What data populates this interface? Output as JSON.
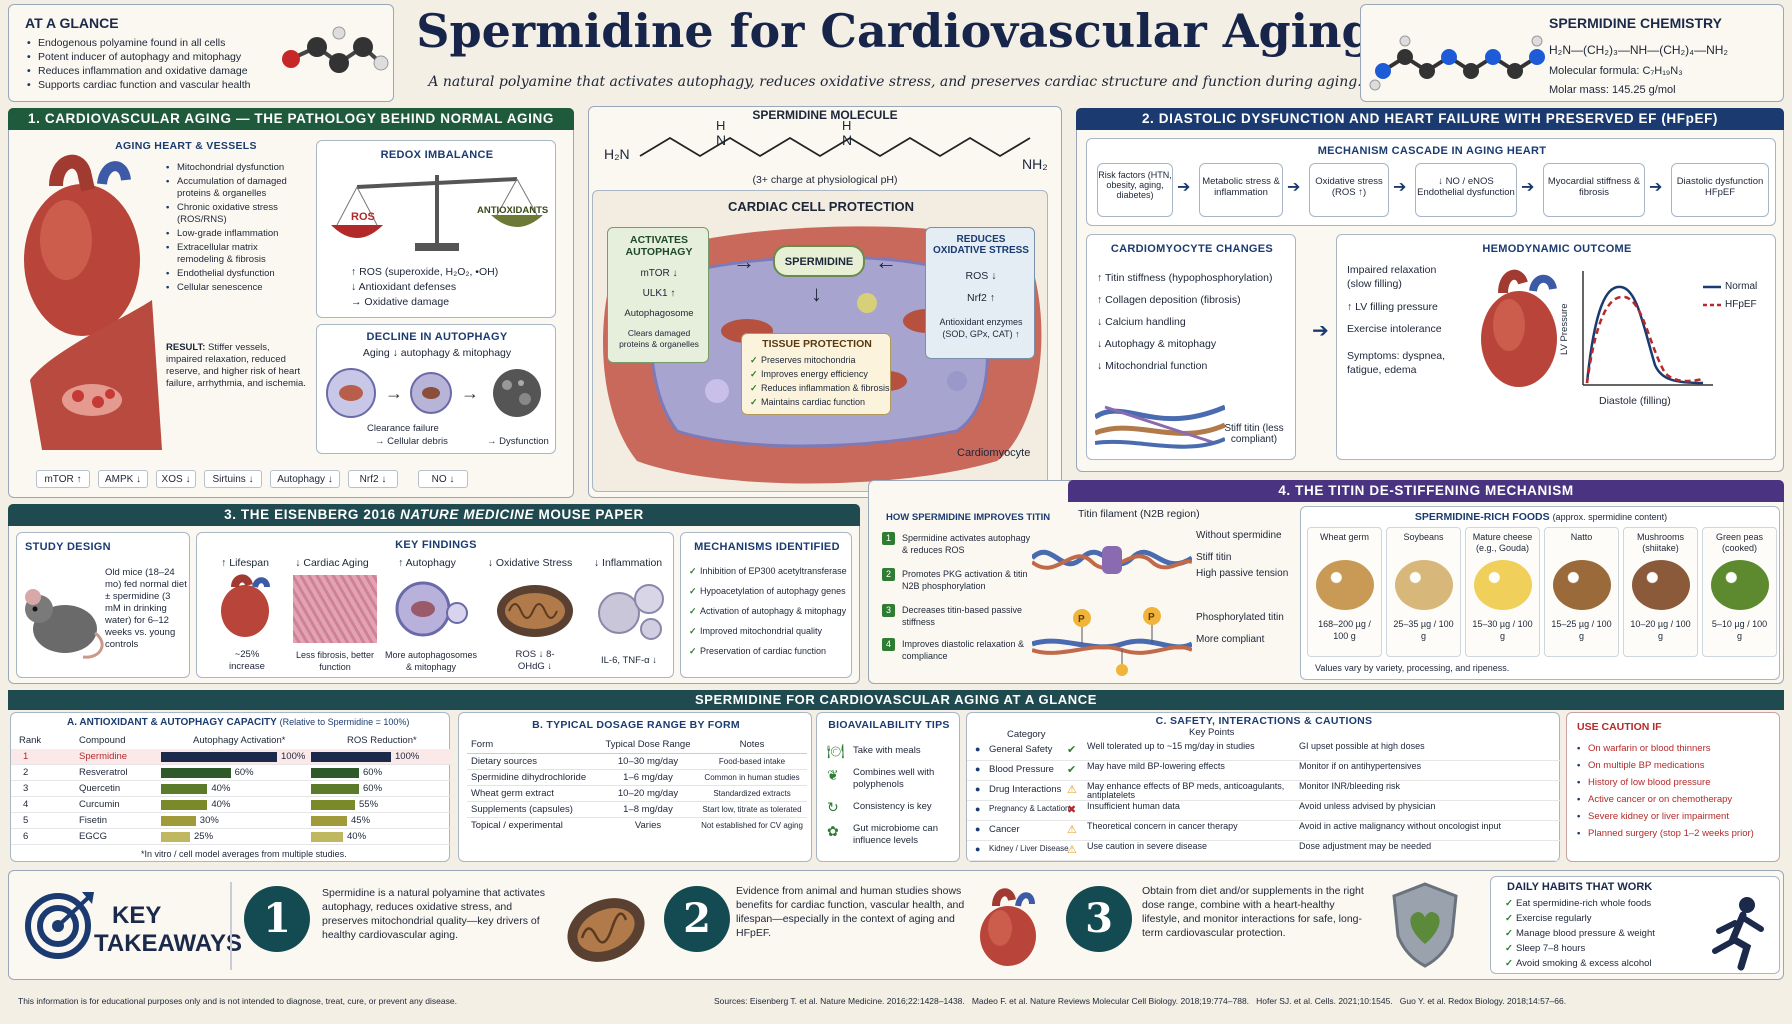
{
  "title": "Spermidine for Cardiovascular Aging",
  "subtitle": "A natural polyamine that activates autophagy, reduces oxidative stress, and preserves cardiac structure and function during aging.",
  "glance": {
    "heading": "AT A GLANCE",
    "items": [
      "Endogenous polyamine found in all cells",
      "Potent inducer of autophagy and mitophagy",
      "Reduces inflammation and oxidative damage",
      "Supports cardiac function and vascular health"
    ]
  },
  "chem": {
    "heading": "SPERMIDINE CHEMISTRY",
    "formula_line": "H₂N—(CH₂)₃—NH—(CH₂)₄—NH₂",
    "mol_formula": "Molecular formula: C₇H₁₉N₃",
    "molar_mass": "Molar mass: 145.25 g/mol"
  },
  "s1": {
    "header": "1. CARDIOVASCULAR AGING — THE PATHOLOGY BEHIND NORMAL AGING",
    "aging_title": "AGING HEART & VESSELS",
    "items": [
      "Mitochondrial dysfunction",
      "Accumulation of damaged proteins & organelles",
      "Chronic oxidative stress (ROS/RNS)",
      "Low-grade inflammation",
      "Extracellular matrix remodeling & fibrosis",
      "Endothelial dysfunction",
      "Cellular senescence"
    ],
    "result_label": "RESULT:",
    "result_text": "Stiffer vessels, impaired relaxation, reduced reserve, and higher risk of heart failure, arrhythmia, and ischemia.",
    "redox_title": "REDOX IMBALANCE",
    "ros": "ROS",
    "antioxidants": "ANTIOXIDANTS",
    "redox_items": [
      "↑  ROS (superoxide, H₂O₂, •OH)",
      "↓  Antioxidant defenses",
      "→  Oxidative damage"
    ],
    "autophagy_title": "DECLINE IN AUTOPHAGY",
    "autophagy_line": "Aging ↓ autophagy & mitophagy",
    "clearance": "Clearance failure",
    "debris": "→ Cellular debris",
    "dysfunction": "→ Dysfunction",
    "tags": [
      "mTOR ↑",
      "AMPK ↓",
      "XOS ↓",
      "Sirtuins ↓",
      "Autophagy ↓",
      "Nrf2 ↓",
      "NO ↓"
    ]
  },
  "mol": {
    "title": "SPERMIDINE MOLECULE",
    "h2n": "H₂N",
    "h1": "H",
    "n1": "N",
    "h2": "H",
    "n2": "N",
    "nh2": "NH₂",
    "charge": "(3+ charge at physiological pH)"
  },
  "cell": {
    "title": "CARDIAC CELL PROTECTION",
    "activates": "ACTIVATES AUTOPHAGY",
    "act_items": [
      "mTOR ↓",
      "ULK1 ↑",
      "Autophagosome",
      "Clears damaged proteins & organelles"
    ],
    "center": "SPERMIDINE",
    "reduces": "REDUCES OXIDATIVE STRESS",
    "red_items": [
      "ROS ↓",
      "Nrf2 ↑",
      "Antioxidant enzymes (SOD, GPx, CAT) ↑"
    ],
    "tissue": "TISSUE PROTECTION",
    "tissue_items": [
      "Preserves mitochondria",
      "Improves energy efficiency",
      "Reduces inflammation & fibrosis",
      "Maintains cardiac function"
    ],
    "cardiomyocyte": "Cardiomyocyte"
  },
  "s2": {
    "header": "2. DIASTOLIC DYSFUNCTION AND HEART FAILURE WITH PRESERVED EF (HFpEF)",
    "cascade_title": "MECHANISM CASCADE IN AGING HEART",
    "cascade": [
      "Risk factors (HTN, obesity, aging, diabetes)",
      "Metabolic stress & inflammation",
      "Oxidative stress (ROS ↑)",
      "↓ NO / eNOS Endothelial dysfunction",
      "Myocardial stiffness & fibrosis",
      "Diastolic dysfunction HFpEF"
    ],
    "cardio_title": "CARDIOMYOCYTE CHANGES",
    "cardio_items": [
      "↑  Titin stiffness (hypophosphorylation)",
      "↑  Collagen deposition (fibrosis)",
      "↓  Calcium handling",
      "↓  Autophagy & mitophagy",
      "↓  Mitochondrial function"
    ],
    "stiff": "Stiff titin (less compliant)",
    "hemo_title": "HEMODYNAMIC OUTCOME",
    "hemo_items": [
      "Impaired relaxation (slow filling)",
      "↑ LV filling pressure",
      "Exercise intolerance",
      "Symptoms: dyspnea, fatigue, edema"
    ],
    "lv": "LV Pressure",
    "normal": "Normal",
    "hfpef": "HFpEF",
    "diastole": "Diastole (filling)"
  },
  "s3": {
    "header_a": "3. THE EISENBERG 2016 ",
    "header_b": "NATURE MEDICINE",
    "header_c": " MOUSE PAPER",
    "design_title": "STUDY DESIGN",
    "design_text": "Old mice (18–24 mo) fed normal diet ± spermidine (3 mM in drinking water) for 6–12 weeks vs. young controls",
    "findings_title": "KEY FINDINGS",
    "findings": [
      {
        "h": "↑ Lifespan",
        "c": "~25% increase"
      },
      {
        "h": "↓ Cardiac Aging",
        "c": "Less fibrosis, better function"
      },
      {
        "h": "↑ Autophagy",
        "c": "More autophagosomes & mitophagy"
      },
      {
        "h": "↓ Oxidative Stress",
        "c": "ROS ↓ 8-OHdG ↓"
      },
      {
        "h": "↓ Inflammation",
        "c": "IL-6, TNF-α ↓"
      }
    ],
    "mech_title": "MECHANISMS IDENTIFIED",
    "mech_items": [
      "Inhibition of EP300 acetyltransferase",
      "Hypoacetylation of autophagy genes",
      "Activation of autophagy & mitophagy",
      "Improved mitochondrial quality",
      "Preservation of cardiac function"
    ]
  },
  "s4": {
    "header": "4. THE TITIN DE-STIFFENING MECHANISM",
    "how_title": "HOW SPERMIDINE IMPROVES TITIN",
    "filament": "Titin filament (N2B region)",
    "steps": [
      "Spermidine activates autophagy & reduces ROS",
      "Promotes PKG activation & titin N2B phosphorylation",
      "Decreases titin-based passive stiffness",
      "Improves diastolic relaxation & compliance"
    ],
    "without": "Without spermidine",
    "stiff": "Stiff titin",
    "passive": "High passive tension",
    "phos": "Phosphorylated titin",
    "compliant": "More compliant",
    "p": "P",
    "foods_title": "SPERMIDINE-RICH FOODS",
    "foods_note": "(approx. spermidine content)",
    "foods": [
      {
        "n": "Wheat germ",
        "v": "168–200 µg / 100 g",
        "c": "#c89a56"
      },
      {
        "n": "Soybeans",
        "v": "25–35 µg / 100 g",
        "c": "#d8b77a"
      },
      {
        "n": "Mature cheese (e.g., Gouda)",
        "v": "15–30 µg / 100 g",
        "c": "#f0cf5a"
      },
      {
        "n": "Natto",
        "v": "15–25 µg / 100 g",
        "c": "#9a6a3a"
      },
      {
        "n": "Mushrooms (shiitake)",
        "v": "10–20 µg / 100 g",
        "c": "#8a5a3a"
      },
      {
        "n": "Green peas (cooked)",
        "v": "5–10 µg / 100 g",
        "c": "#5d8a2e"
      }
    ],
    "foods_footer": "Values vary by variety, processing, and ripeness."
  },
  "glance_bar": "SPERMIDINE FOR CARDIOVASCULAR AGING AT A GLANCE",
  "capA": {
    "title": "A. ANTIOXIDANT & AUTOPHAGY CAPACITY",
    "title_note": "(Relative to Spermidine = 100%)",
    "rank": "Rank",
    "compound": "Compound",
    "autophagy": "Autophagy Activation*",
    "ros": "ROS Reduction*",
    "rows": [
      {
        "r": "1",
        "n": "Spermidine",
        "a": 100,
        "al": "100%",
        "o": 100,
        "ol": "100%"
      },
      {
        "r": "2",
        "n": "Resveratrol",
        "a": 60,
        "al": "60%",
        "o": 60,
        "ol": "60%"
      },
      {
        "r": "3",
        "n": "Quercetin",
        "a": 40,
        "al": "40%",
        "o": 60,
        "ol": "60%"
      },
      {
        "r": "4",
        "n": "Curcumin",
        "a": 40,
        "al": "40%",
        "o": 55,
        "ol": "55%"
      },
      {
        "r": "5",
        "n": "Fisetin",
        "a": 30,
        "al": "30%",
        "o": 45,
        "ol": "45%"
      },
      {
        "r": "6",
        "n": "EGCG",
        "a": 25,
        "al": "25%",
        "o": 40,
        "ol": "40%"
      }
    ],
    "footnote": "*In vitro / cell model averages from multiple studies."
  },
  "dose": {
    "title": "B. TYPICAL DOSAGE RANGE BY FORM",
    "cols": [
      "Form",
      "Typical Dose Range",
      "Notes"
    ],
    "rows": [
      [
        "Dietary sources",
        "10–30 mg/day",
        "Food-based intake"
      ],
      [
        "Spermidine dihydrochloride",
        "1–6 mg/day",
        "Common in human studies"
      ],
      [
        "Wheat germ extract",
        "10–20 mg/day",
        "Standardized extracts"
      ],
      [
        "Supplements (capsules)",
        "1–8 mg/day",
        "Start low, titrate as tolerated"
      ],
      [
        "Topical / experimental",
        "Varies",
        "Not established for CV aging"
      ]
    ]
  },
  "bio": {
    "title": "BIOAVAILABILITY TIPS",
    "items": [
      "Take with meals",
      "Combines well with polyphenols",
      "Consistency is key",
      "Gut microbiome can influence levels"
    ]
  },
  "safety": {
    "title": "C. SAFETY, INTERACTIONS & CAUTIONS",
    "category": "Category",
    "key": "Key Points",
    "rows": [
      {
        "c": "General Safety",
        "s": "ok",
        "a": "Well tolerated up to ~15 mg/day in studies",
        "b": "GI upset possible at high doses"
      },
      {
        "c": "Blood Pressure",
        "s": "ok",
        "a": "May have mild BP-lowering effects",
        "b": "Monitor if on antihypertensives"
      },
      {
        "c": "Drug Interactions",
        "s": "warn",
        "a": "May enhance effects of BP meds, anticoagulants, antiplatelets",
        "b": "Monitor INR/bleeding risk"
      },
      {
        "c": "Pregnancy & Lactation",
        "s": "no",
        "a": "Insufficient human data",
        "b": "Avoid unless advised by physician"
      },
      {
        "c": "Cancer",
        "s": "warn",
        "a": "Theoretical concern in cancer therapy",
        "b": "Avoid in active malignancy without oncologist input"
      },
      {
        "c": "Kidney / Liver Disease",
        "s": "warn",
        "a": "Use caution in severe disease",
        "b": "Dose adjustment may be needed"
      }
    ]
  },
  "caution": {
    "title": "USE CAUTION IF",
    "items": [
      "On warfarin or blood thinners",
      "On multiple BP medications",
      "History of low blood pressure",
      "Active cancer or on chemotherapy",
      "Severe kidney or liver impairment",
      "Planned surgery (stop 1–2 weeks prior)"
    ]
  },
  "takeaways": {
    "title1": "KEY",
    "title2": "TAKEAWAYS",
    "items": [
      {
        "n": "1",
        "t": "Spermidine is a natural polyamine that activates autophagy, reduces oxidative stress, and preserves mitochondrial quality—key drivers of healthy cardiovascular aging."
      },
      {
        "n": "2",
        "t": "Evidence from animal and human studies shows benefits for cardiac function, vascular health, and lifespan—especially in the context of aging and HFpEF."
      },
      {
        "n": "3",
        "t": "Obtain from diet and/or supplements in the right dose range, combine with a heart-healthy lifestyle, and monitor interactions for safe, long-term cardiovascular protection."
      }
    ],
    "habits_title": "DAILY HABITS THAT WORK",
    "habits": [
      "Eat spermidine-rich whole foods",
      "Exercise regularly",
      "Manage blood pressure & weight",
      "Sleep 7–8 hours",
      "Avoid smoking & excess alcohol"
    ]
  },
  "footer": {
    "disclaimer": "This information is for educational purposes only and is not intended to diagnose, treat, cure, or prevent any disease.",
    "sources": "Sources: Eisenberg T. et al. Nature Medicine. 2016;22:1428–1438.   Madeo F. et al. Nature Reviews Molecular Cell Biology. 2018;19:774–788.   Hofer SJ. et al. Cells. 2021;10:1545.   Guo Y. et al. Redox Biology. 2018;14:57–66."
  },
  "colors": {
    "green": "#1f5a3c",
    "navy": "#1b3b70",
    "purple": "#4a3380",
    "teal": "#144a52",
    "red": "#b52a2a"
  }
}
